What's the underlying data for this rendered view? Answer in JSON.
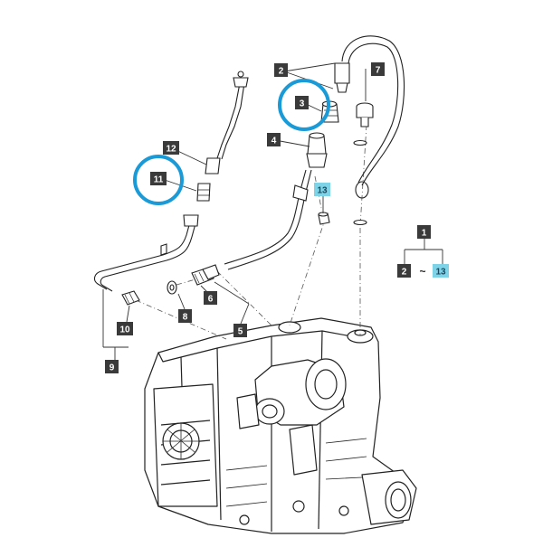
{
  "diagram": {
    "callouts": [
      {
        "id": "c1",
        "label": "1"
      },
      {
        "id": "c2",
        "label": "2"
      },
      {
        "id": "c2b",
        "label": "2"
      },
      {
        "id": "c3",
        "label": "3"
      },
      {
        "id": "c4",
        "label": "4"
      },
      {
        "id": "c5",
        "label": "5"
      },
      {
        "id": "c6",
        "label": "6"
      },
      {
        "id": "c7",
        "label": "7"
      },
      {
        "id": "c8",
        "label": "8"
      },
      {
        "id": "c9",
        "label": "9"
      },
      {
        "id": "c10",
        "label": "10"
      },
      {
        "id": "c11",
        "label": "11"
      },
      {
        "id": "c12",
        "label": "12"
      },
      {
        "id": "c13",
        "label": "13"
      },
      {
        "id": "c13b",
        "label": "13"
      }
    ],
    "range_separator": "~",
    "colors": {
      "callout_fill": "#3a3a3a",
      "callout_text": "#ffffff",
      "highlight_fill": "#7fd3e6",
      "highlight_ring": "#1a9ad6",
      "line": "#222222"
    },
    "highlighted_parts": [
      "3",
      "11"
    ]
  }
}
